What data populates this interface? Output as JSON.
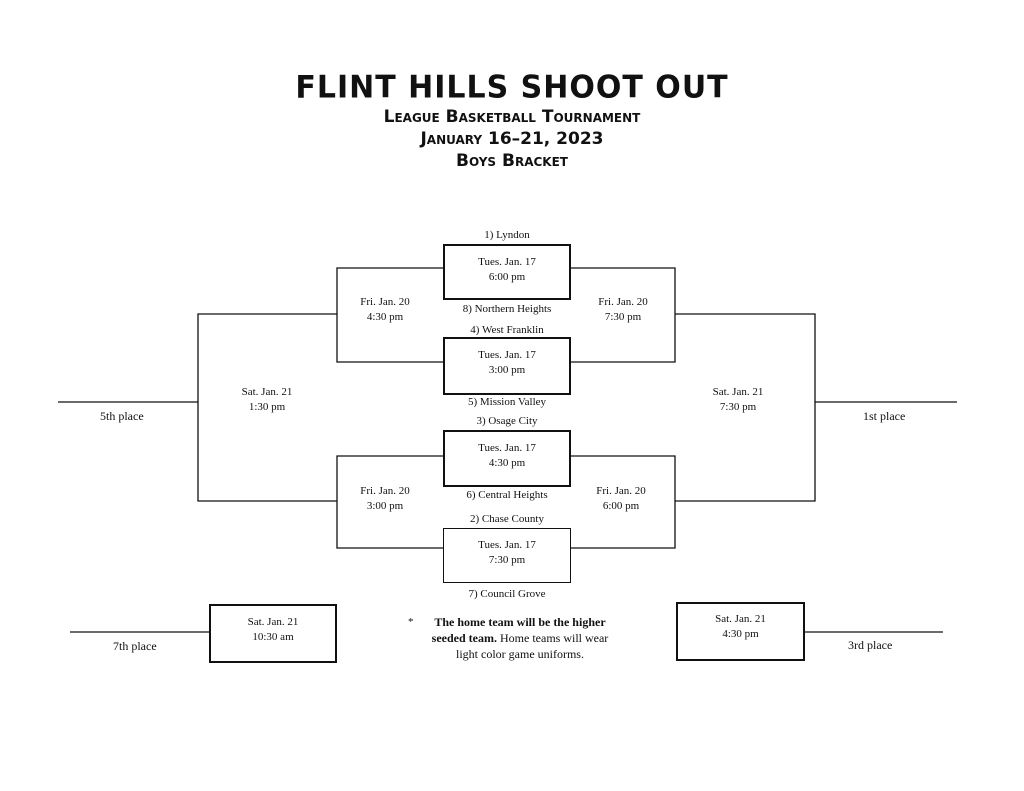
{
  "header": {
    "title": "FLINT HILLS SHOOT OUT",
    "subtitle": "League Basketball Tournament",
    "dates": "January 16–21, 2023",
    "bracket_name": "Boys Bracket"
  },
  "teams": {
    "t1": "1) Lyndon",
    "t8": "8) Northern Heights",
    "t4": "4) West Franklin",
    "t5": "5) Mission Valley",
    "t3": "3) Osage City",
    "t6": "6) Central Heights",
    "t2": "2) Chase County",
    "t7": "7) Council Grove"
  },
  "round1": [
    {
      "day": "Tues. Jan. 17",
      "time": "6:00 pm"
    },
    {
      "day": "Tues. Jan. 17",
      "time": "3:00 pm"
    },
    {
      "day": "Tues. Jan. 17",
      "time": "4:30 pm"
    },
    {
      "day": "Tues. Jan. 17",
      "time": "7:30 pm"
    }
  ],
  "consolation_semis": [
    {
      "day": "Fri. Jan. 20",
      "time": "4:30 pm"
    },
    {
      "day": "Fri. Jan. 20",
      "time": "3:00 pm"
    }
  ],
  "semis": [
    {
      "day": "Fri. Jan. 20",
      "time": "7:30 pm"
    },
    {
      "day": "Fri. Jan. 20",
      "time": "6:00 pm"
    }
  ],
  "fifth_place_game": {
    "day": "Sat. Jan. 21",
    "time": "1:30 pm"
  },
  "championship_game": {
    "day": "Sat. Jan. 21",
    "time": "7:30 pm"
  },
  "seventh_place_game": {
    "day": "Sat. Jan. 21",
    "time": "10:30 am"
  },
  "third_place_game": {
    "day": "Sat. Jan. 21",
    "time": "4:30 pm"
  },
  "places": {
    "fifth": "5th place",
    "first": "1st place",
    "seventh": "7th place",
    "third": "3rd place"
  },
  "note": {
    "bullet": "*",
    "bold": "The home team will be the higher seeded team.",
    "rest": "Home teams will wear light color game uniforms."
  }
}
